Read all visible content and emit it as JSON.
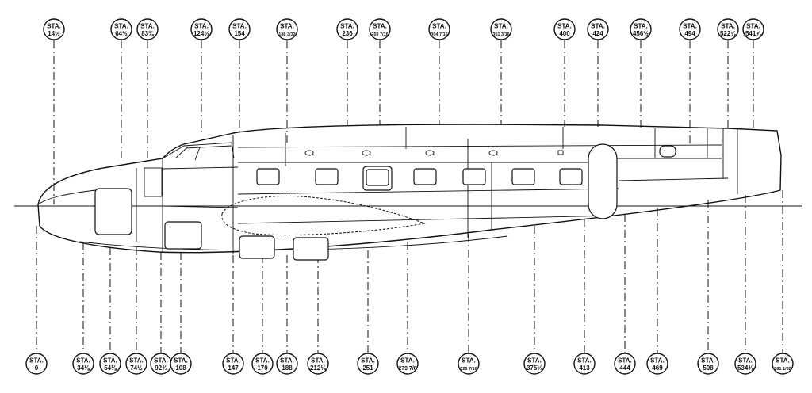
{
  "diagram": {
    "top_stations": [
      {
        "sta": "STA.",
        "num": "14½"
      },
      {
        "sta": "STA.",
        "num": "64½"
      },
      {
        "sta": "STA.",
        "num": "83⅜"
      },
      {
        "sta": "STA.",
        "num": "124½"
      },
      {
        "sta": "STA.",
        "num": "154"
      },
      {
        "sta": "STA.",
        "num": "188 3/32"
      },
      {
        "sta": "STA.",
        "num": "236"
      },
      {
        "sta": "STA.",
        "num": "259 7/16"
      },
      {
        "sta": "STA.",
        "num": "304 7/16"
      },
      {
        "sta": "STA.",
        "num": "351 3/16"
      },
      {
        "sta": "STA.",
        "num": "400"
      },
      {
        "sta": "STA.",
        "num": "424"
      },
      {
        "sta": "STA.",
        "num": "456½"
      },
      {
        "sta": "STA.",
        "num": "494"
      },
      {
        "sta": "STA.",
        "num": "522⅝"
      },
      {
        "sta": "STA.",
        "num": "541⅞"
      }
    ],
    "bottom_stations": [
      {
        "sta": "STA.",
        "num": "0"
      },
      {
        "sta": "STA.",
        "num": "34⅛"
      },
      {
        "sta": "STA.",
        "num": "54⅛"
      },
      {
        "sta": "STA.",
        "num": "74½"
      },
      {
        "sta": "STA.",
        "num": "92¾"
      },
      {
        "sta": "STA.",
        "num": "108"
      },
      {
        "sta": "STA.",
        "num": "147"
      },
      {
        "sta": "STA.",
        "num": "170"
      },
      {
        "sta": "STA.",
        "num": "188"
      },
      {
        "sta": "STA.",
        "num": "212¼"
      },
      {
        "sta": "STA.",
        "num": "251"
      },
      {
        "sta": "STA.",
        "num": "279 7/8"
      },
      {
        "sta": "STA.",
        "num": "325 7/16"
      },
      {
        "sta": "STA.",
        "num": "375¼"
      },
      {
        "sta": "STA.",
        "num": "413"
      },
      {
        "sta": "STA.",
        "num": "444"
      },
      {
        "sta": "STA.",
        "num": "469"
      },
      {
        "sta": "STA.",
        "num": "508"
      },
      {
        "sta": "STA.",
        "num": "534⅜"
      },
      {
        "sta": "STA.",
        "num": "561 1/32"
      }
    ]
  }
}
